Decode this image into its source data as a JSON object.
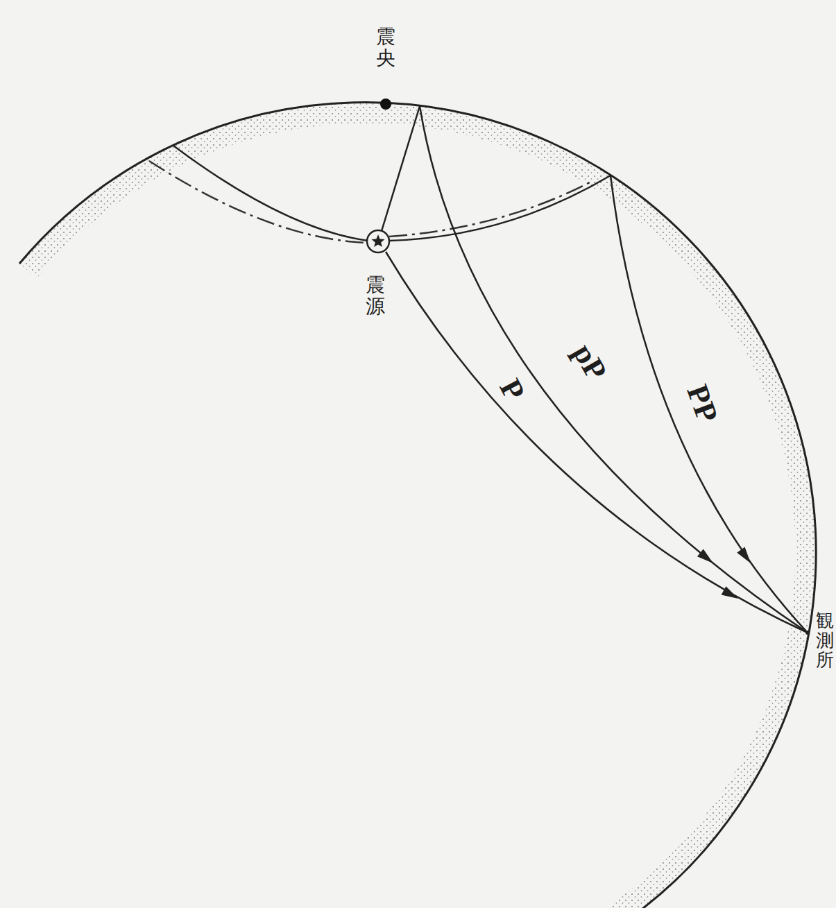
{
  "diagram": {
    "labels": [
      "震央",
      "震源",
      "P",
      "pP",
      "PP",
      "観測所"
    ]
  }
}
